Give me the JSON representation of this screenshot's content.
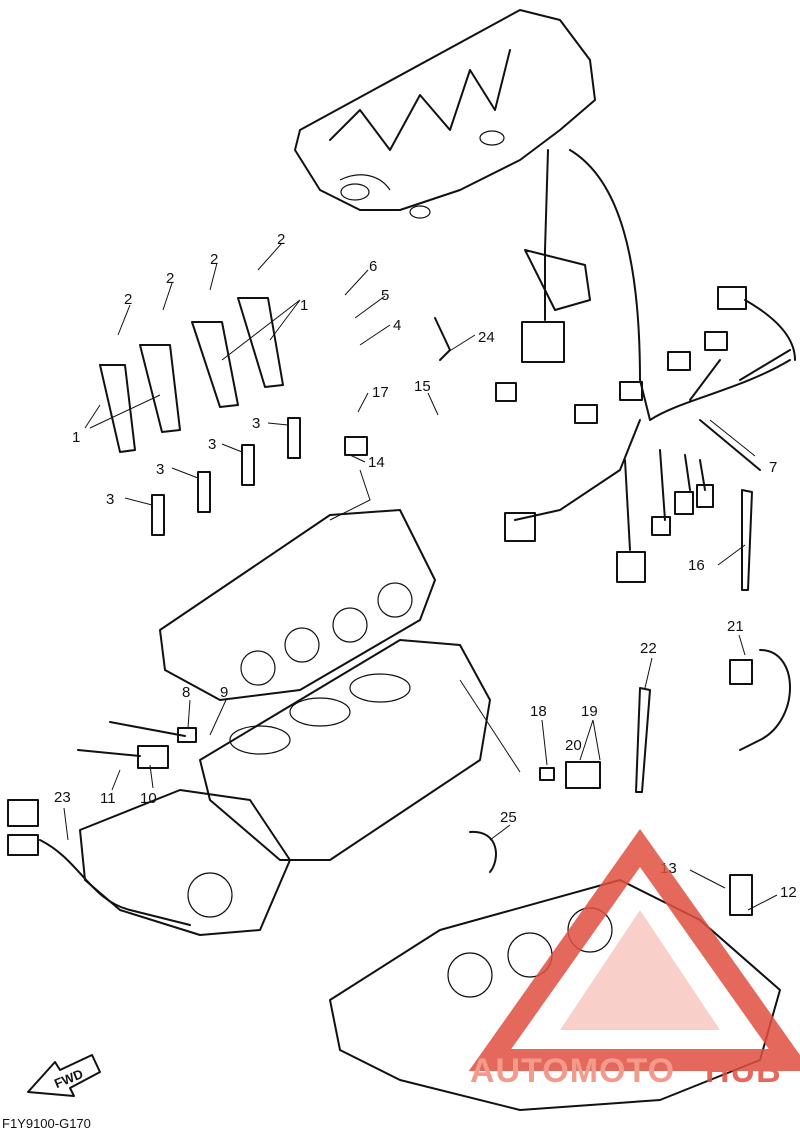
{
  "callouts": [
    {
      "text": "1"
    },
    {
      "text": "1"
    },
    {
      "text": "2"
    },
    {
      "text": "2"
    },
    {
      "text": "2"
    },
    {
      "text": "2"
    },
    {
      "text": "3"
    },
    {
      "text": "3"
    },
    {
      "text": "3"
    },
    {
      "text": "3"
    },
    {
      "text": "4"
    },
    {
      "text": "5"
    },
    {
      "text": "6"
    },
    {
      "text": "7"
    },
    {
      "text": "8"
    },
    {
      "text": "9"
    },
    {
      "text": "10"
    },
    {
      "text": "11"
    },
    {
      "text": "12"
    },
    {
      "text": "13"
    },
    {
      "text": "14"
    },
    {
      "text": "15"
    },
    {
      "text": "16"
    },
    {
      "text": "17"
    },
    {
      "text": "18"
    },
    {
      "text": "19"
    },
    {
      "text": "20"
    },
    {
      "text": "21"
    },
    {
      "text": "22"
    },
    {
      "text": "23"
    },
    {
      "text": "24"
    },
    {
      "text": "25"
    }
  ],
  "direction_label": "FWD",
  "drawing_code": "F1Y9100-G170",
  "watermark": {
    "part1": "AUTOMOTO",
    "part2": "HUB",
    "color_main": "#f08a7a",
    "color_accent": "#e05040"
  }
}
